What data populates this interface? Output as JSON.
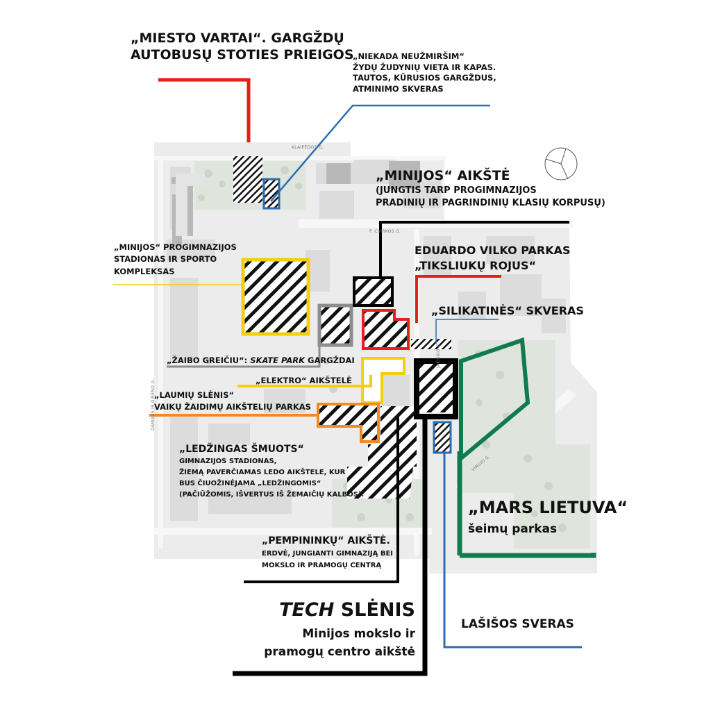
{
  "colors": {
    "red": "#e32119",
    "blue": "#2a6db0",
    "yellow": "#f2cf0f",
    "orange": "#ef8a24",
    "green": "#0f7b4e",
    "black": "#000000",
    "gray": "#8d8d8d"
  },
  "streets": {
    "klaipedos": "KLAIPĖDOS G.",
    "parko": "P. CVIRKOS G.",
    "vingio": "VINGIO G.",
    "jakiskiu": "JAKIŠKIO G.",
    "darbus": "DARIAUS IR GIRĖNO G.",
    "silik": "VINGIO G."
  },
  "labels": {
    "miesto_vartai": [
      "„MIESTO VARTAI“. GARGŽDŲ",
      "AUTOBUSŲ STOTIES PRIEIGOS"
    ],
    "niekada": [
      "„NIEKADA NEUŽMIRŠIM“",
      "ŽYDŲ ŽUDYNIŲ VIETA IR KAPAS.",
      "TAUTOS, KŪRUSIOS GARGŽDUS,",
      "ATMINIMO SKVERAS"
    ],
    "minijos_aikste_title": "„MINIJOS“ AIKŠTĖ",
    "minijos_aikste_sub": [
      "(JUNGTIS TARP PROGIMNAZIJOS",
      "PRADINIŲ IR PAGRINDINIŲ KLASIŲ KORPUSŲ)"
    ],
    "progimnazija": [
      "„MINIJOS“ PROGIMNAZIJOS",
      "STADIONAS IR SPORTO",
      "KOMPLEKSAS"
    ],
    "vilko_parkas": [
      "EDUARDO VILKO PARKAS",
      "„TIKSLIUKŲ ROJUS“"
    ],
    "silikatines": "„SILIKATINĖS“ SKVERAS",
    "zaibo_prefix": "„ŽAIBO GREIČIU“: ",
    "zaibo_italic": "SKATE PARK",
    "zaibo_suffix": " GARGŽDAI",
    "elektro": "„ELEKTRO“ AIKŠTELĖ",
    "laumiu": [
      "„LAUMIŲ SLĖNIS“",
      "VAIKŲ ŽAIDIMŲ AIKŠTELIŲ PARKAS"
    ],
    "ledzingas_title": "„LEDŽINGAS ŠMUOTS“",
    "ledzingas_sub": [
      "GIMNAZIJOS STADIONAS,",
      "ŽIEMĄ PAVERČIAMAS LEDO AIKŠTELE, KUR",
      "BUS ČIUOŽINĖJAMA „LEDŽINGOMIS“",
      "(PAČIŪŽOMIS, IŠVERTUS IŠ ŽEMAIČIŲ KALBOS)."
    ],
    "pempininku_title": "„PEMPININKŲ“ AIKŠTĖ.",
    "pempininku_sub": [
      "ERDVĖ, JUNGIANTI GIMNAZIJĄ BEI",
      "MOKSLO IR PRAMOGŲ CENTRĄ"
    ],
    "mars": "„MARS LIETUVA“",
    "mars_sub": "šeimų parkas",
    "tech_italic": "TECH",
    "tech_rest": " SLĖNIS",
    "tech_sub": [
      "Minijos mokslo ir",
      "pramogų centro aikštė"
    ],
    "lasisos": "LAŠIŠOS SVERAS"
  }
}
